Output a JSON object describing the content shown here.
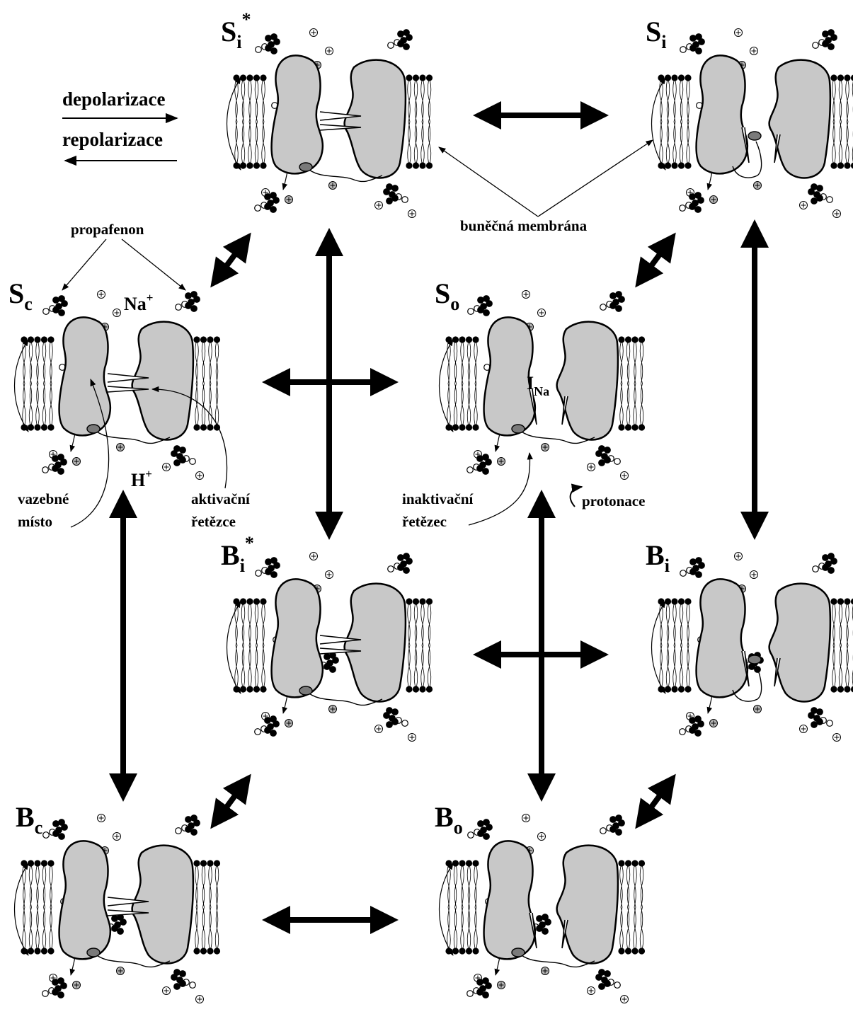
{
  "legend": {
    "forward": "depolarizace",
    "backward": "repolarizace"
  },
  "states": [
    {
      "id": "Si_star",
      "main": "S",
      "sub": "i",
      "sup": "*",
      "gate": "closed",
      "drug": "inside",
      "inact": "open"
    },
    {
      "id": "Si",
      "main": "S",
      "sub": "i",
      "sup": "",
      "gate": "open",
      "drug": "inside",
      "inact": "blocked"
    },
    {
      "id": "Sc",
      "main": "S",
      "sub": "c",
      "sup": "",
      "gate": "closed",
      "drug": "inside",
      "inact": "open"
    },
    {
      "id": "So",
      "main": "S",
      "sub": "o",
      "sup": "",
      "gate": "open",
      "drug": "inside",
      "inact": "open"
    },
    {
      "id": "Bi_star",
      "main": "B",
      "sub": "i",
      "sup": "*",
      "gate": "closed",
      "drug": "bound",
      "inact": "open"
    },
    {
      "id": "Bi",
      "main": "B",
      "sub": "i",
      "sup": "",
      "gate": "open",
      "drug": "bound",
      "inact": "blocked"
    },
    {
      "id": "Bc",
      "main": "B",
      "sub": "c",
      "sup": "",
      "gate": "closed",
      "drug": "bound",
      "inact": "open"
    },
    {
      "id": "Bo",
      "main": "B",
      "sub": "o",
      "sup": "",
      "gate": "open",
      "drug": "bound",
      "inact": "open"
    }
  ],
  "annotations": {
    "propafenon": "propafenon",
    "na_ion": "Na",
    "na_charge": "+",
    "h_ion": "H",
    "h_charge": "+",
    "vazebne_1": "vazebné",
    "vazebne_2": "místo",
    "aktivacni_1": "aktivační",
    "aktivacni_2": "řetězce",
    "membrana": "buněčná membrána",
    "inaktivacni_1": "inaktivační",
    "inaktivacni_2": "řetězec",
    "protonace": "protonace",
    "current_main": "I",
    "current_sub": "Na"
  },
  "colors": {
    "protein_fill": "#c8c8c8",
    "ion_fill": "#b4b4b4",
    "inact_ball": "#7a7a7a",
    "ink": "#000000"
  }
}
